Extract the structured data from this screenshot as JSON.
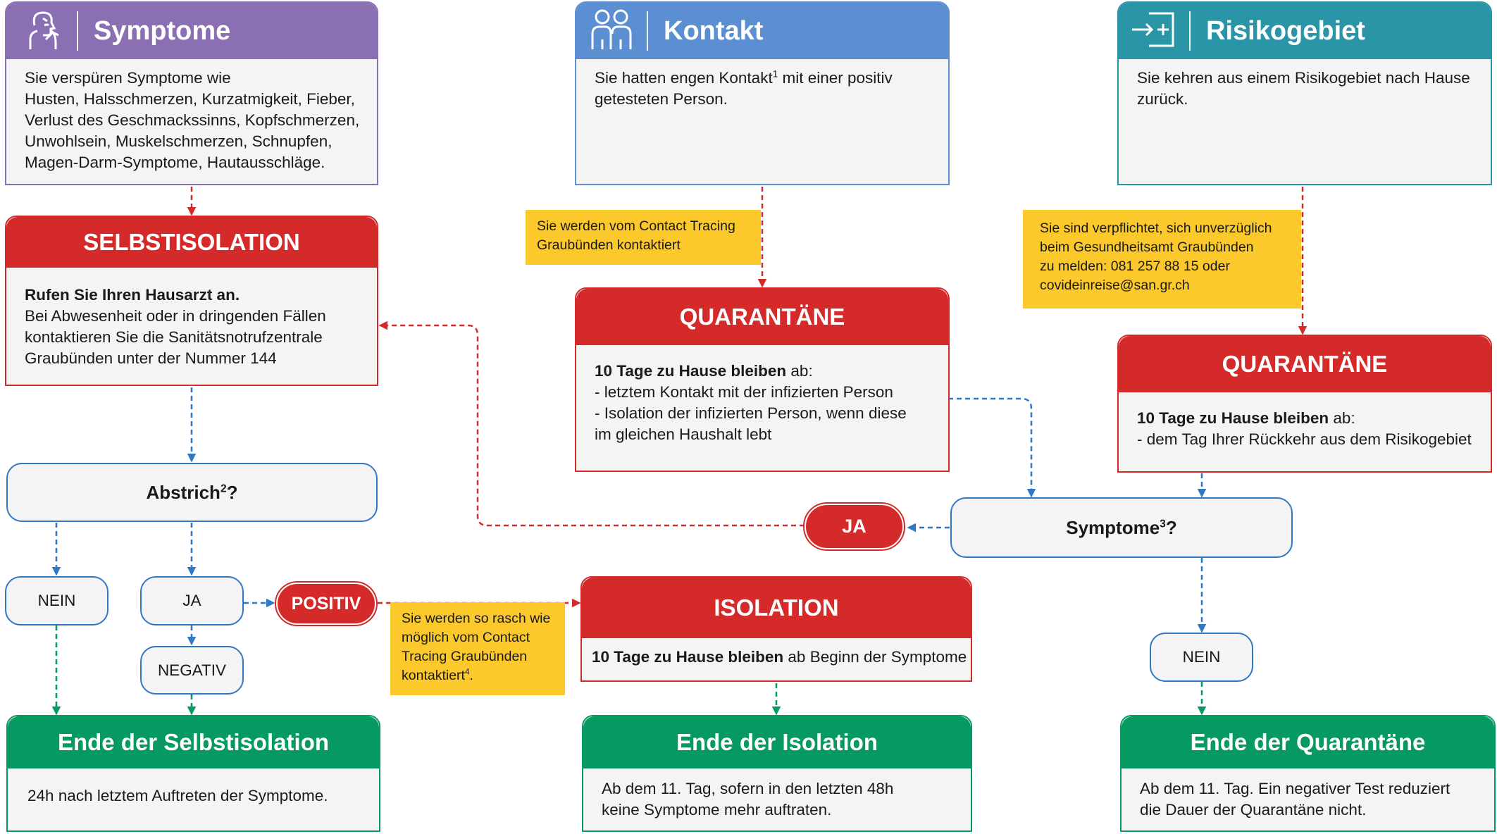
{
  "symptome": {
    "title": "Symptome",
    "text": "Sie verspüren Symptome wie\nHusten, Halsschmerzen, Kurzatmigkeit, Fieber,\nVerlust des Geschmackssinns, Kopfschmerzen,\nUnwohlsein, Muskelschmerzen, Schnupfen,\nMagen-Darm-Symptome, Hautausschläge.",
    "icon": "person-symptom-icon"
  },
  "kontakt": {
    "title": "Kontakt",
    "text_a": "Sie hatten engen Kontakt",
    "footnote": "1",
    "text_b": " mit einer positiv\ngetesteten Person.",
    "icon": "people-icon"
  },
  "risikogebiet": {
    "title": "Risikogebiet",
    "text": "Sie kehren aus einem Risikogebiet nach Hause\nzurück.",
    "icon": "travel-arrow-icon"
  },
  "selbstisolation": {
    "title": "SELBSTISOLATION",
    "bold": "Rufen Sie Ihren Hausarzt an.",
    "text": "Bei Abwesenheit oder in dringenden Fällen\nkontaktieren Sie die Sanitätsnotrufzentrale\nGraubünden unter der Nummer 144"
  },
  "quarantaene_kontakt": {
    "title": "QUARANTÄNE",
    "bold": "10 Tage zu Hause bleiben",
    "after_bold": " ab:",
    "text": "- letztem Kontakt mit der infizierten Person\n- Isolation der infizierten Person, wenn diese\n  im gleichen Haushalt lebt"
  },
  "quarantaene_risiko": {
    "title": "QUARANTÄNE",
    "bold": "10 Tage zu Hause bleiben",
    "after_bold": " ab:",
    "text": "- dem Tag Ihrer Rückkehr aus dem Risikogebiet"
  },
  "notes": {
    "contact_tracing": "Sie werden vom Contact Tracing\nGraubünden kontaktiert",
    "gesundheitsamt": "Sie sind verpflichtet, sich unverzüglich\nbeim Gesundheitsamt Graubünden\nzu melden: 081 257 88 15 oder\ncovideinreise@san.gr.ch",
    "rasch_text": "Sie werden so rasch wie\nmöglich vom Contact\nTracing Graubünden\nkontaktiert",
    "rasch_footnote": "4",
    "rasch_end": "."
  },
  "abstrich": {
    "label": "Abstrich",
    "footnote": "2",
    "q": "?"
  },
  "symptome_q": {
    "label": "Symptome",
    "footnote": "3",
    "q": "?"
  },
  "decisions": {
    "nein_left": "NEIN",
    "ja_left": "JA",
    "negativ": "NEGATIV",
    "positiv": "POSITIV",
    "ja_right": "JA",
    "nein_right": "NEIN"
  },
  "isolation": {
    "title": "ISOLATION",
    "bold": "10 Tage zu Hause bleiben",
    "text": " ab Beginn der Symptome"
  },
  "ende_selbstisolation": {
    "title": "Ende der Selbstisolation",
    "text": "24h nach letztem Auftreten der Symptome."
  },
  "ende_isolation": {
    "title": "Ende der Isolation",
    "text": "Ab dem 11. Tag, sofern in den letzten 48h\nkeine Symptome mehr auftraten."
  },
  "ende_quarantaene": {
    "title": "Ende der Quarantäne",
    "text": "Ab dem 11. Tag. Ein negativer Test reduziert\ndie Dauer der Quarantäne nicht."
  },
  "colors": {
    "purple": "#8a6fb3",
    "blue": "#5b8fd1",
    "teal": "#2a95a6",
    "red": "#d52a2a",
    "green": "#069a62",
    "yellow": "#fcc92c",
    "pill_border": "#2f79c4"
  }
}
